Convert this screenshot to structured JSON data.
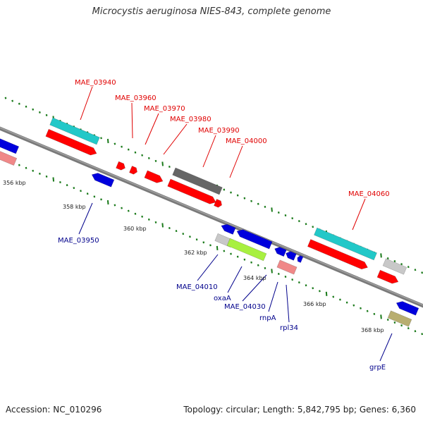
{
  "title": "Microcystis aeruginosa NIES-843, complete genome",
  "footer": {
    "accession": "Accession: NC_010296",
    "summary": "Topology: circular; Length: 5,842,795 bp; Genes: 6,360"
  },
  "colors": {
    "backbone": "#7a7a7a",
    "tick": "#1a7a1a",
    "label_top": "#e00000",
    "label_bottom": "#00008b",
    "cds_forward": "#ff0000",
    "cds_reverse": "#0000dd",
    "gene_cyan": "#22c8c8",
    "gene_pink": "#f08888",
    "gene_gray": "#666666",
    "gene_light_gray": "#c8c8c8",
    "gene_lime": "#a8f040",
    "gene_khaki": "#b8ae70"
  },
  "scale_labels": [
    "356 kbp",
    "358 kbp",
    "360 kbp",
    "362 kbp",
    "364 kbp",
    "366 kbp",
    "368 kbp"
  ],
  "top_labels": [
    "MAE_03940",
    "MAE_03960",
    "MAE_03970",
    "MAE_03980",
    "MAE_03990",
    "MAE_04000",
    "MAE_04060"
  ],
  "bottom_labels": [
    "MAE_03950",
    "MAE_04010",
    "oxaA",
    "MAE_04030",
    "rnpA",
    "rpl34",
    "grpE"
  ]
}
